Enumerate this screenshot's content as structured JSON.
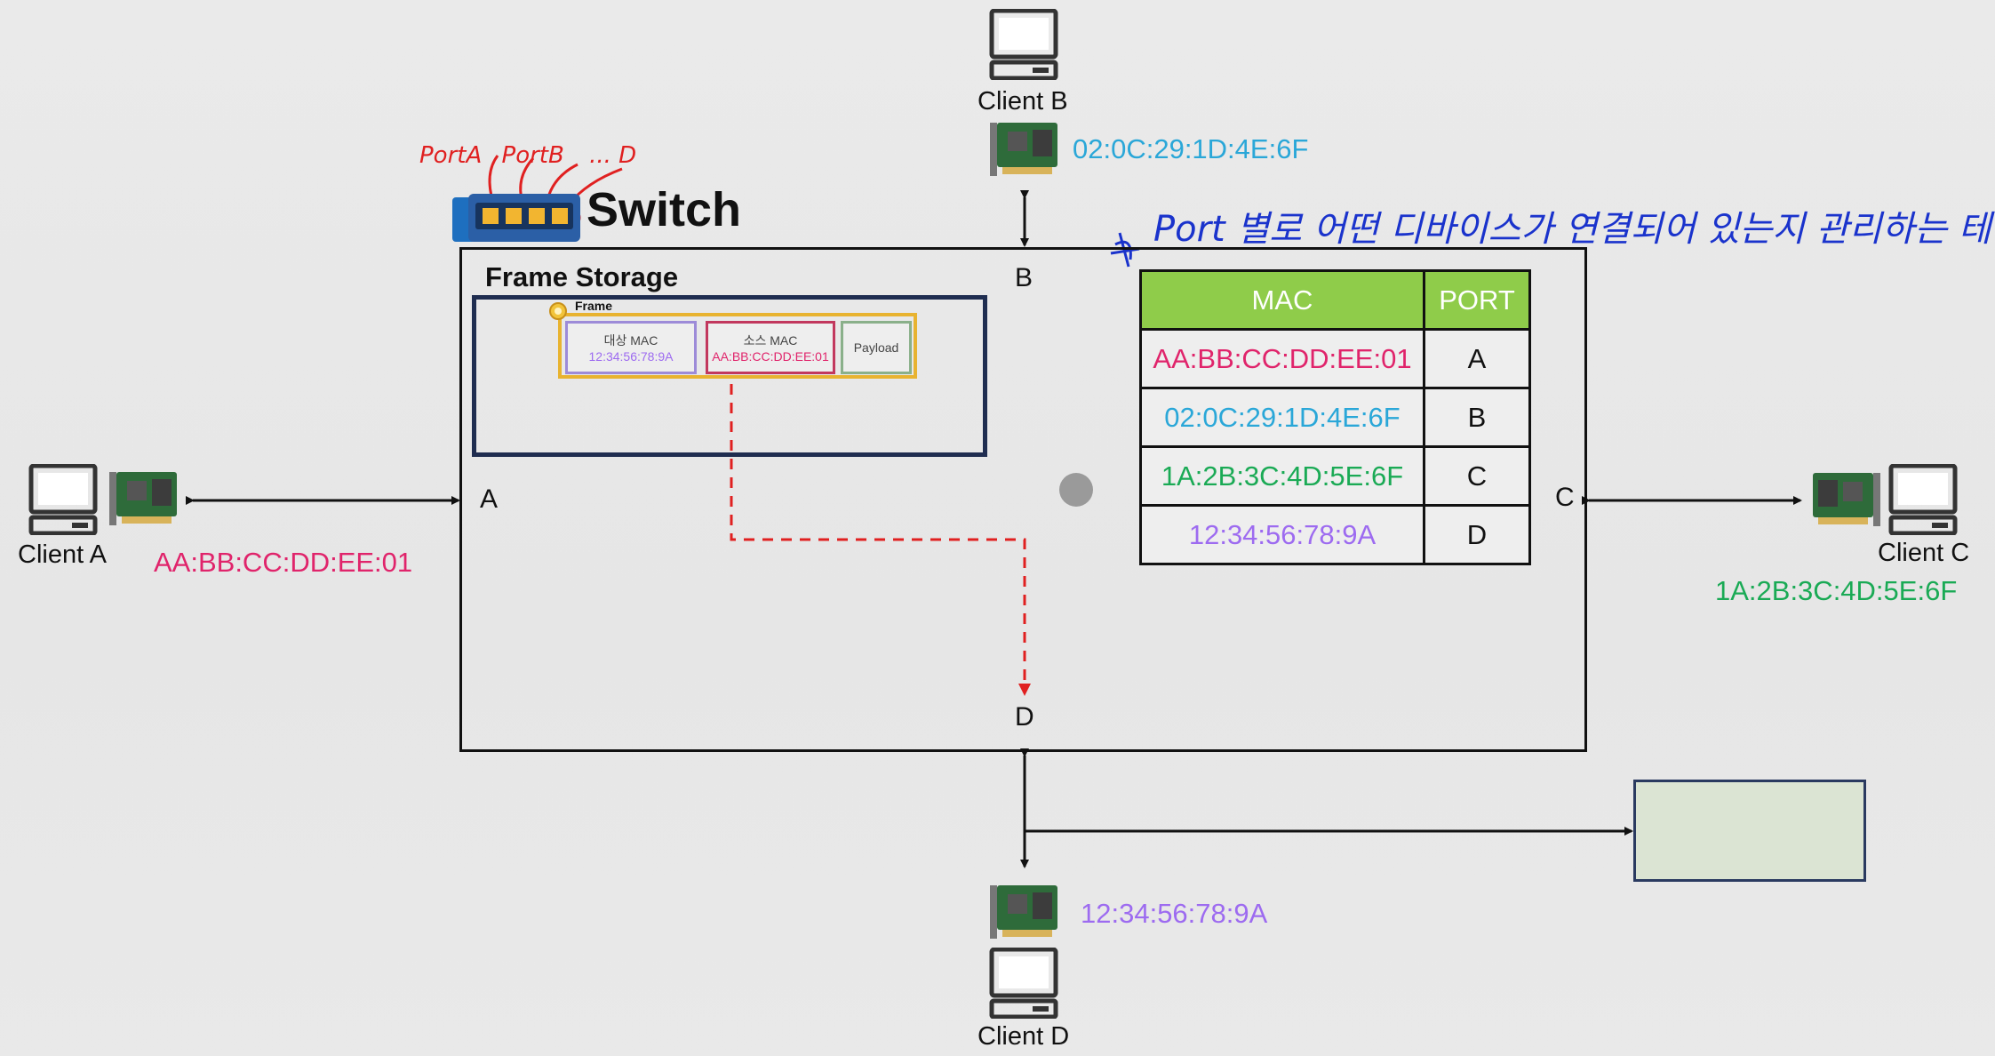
{
  "switch": {
    "title": "Switch",
    "port_annotation": [
      "PortA",
      "PortB",
      "...",
      "D"
    ]
  },
  "frame_storage": {
    "title": "Frame Storage",
    "frame": {
      "label": "Frame",
      "dest": {
        "title": "대상 MAC",
        "value": "12:34:56:78:9A"
      },
      "src": {
        "title": "소스 MAC",
        "value": "AA:BB:CC:DD:EE:01"
      },
      "payload": "Payload"
    }
  },
  "ports": {
    "a": "A",
    "b": "B",
    "c": "C",
    "d": "D"
  },
  "clients": {
    "a": {
      "name": "Client A",
      "mac": "AA:BB:CC:DD:EE:01"
    },
    "b": {
      "name": "Client B",
      "mac": "02:0C:29:1D:4E:6F"
    },
    "c": {
      "name": "Client C",
      "mac": "1A:2B:3C:4D:5E:6F"
    },
    "d": {
      "name": "Client D",
      "mac": "12:34:56:78:9A"
    }
  },
  "mac_table": {
    "annotation": "Port 별로 어떤 디바이스가 연결되어 있는지 관리하는 테이블",
    "headers": {
      "mac": "MAC",
      "port": "PORT"
    },
    "rows": [
      {
        "mac": "AA:BB:CC:DD:EE:01",
        "port": "A"
      },
      {
        "mac": "02:0C:29:1D:4E:6F",
        "port": "B"
      },
      {
        "mac": "1A:2B:3C:4D:5E:6F",
        "port": "C"
      },
      {
        "mac": "12:34:56:78:9A",
        "port": "D"
      }
    ]
  },
  "colors": {
    "pink": "#e0246b",
    "blue": "#2aa7d8",
    "green": "#1aaa55",
    "purple": "#9d6bf0",
    "table_header": "#8fcc4a",
    "dashed_path": "#e02020",
    "annotation_ink": "#1a33cc"
  },
  "icons": [
    "computer-icon",
    "network-card-icon",
    "switch-icon",
    "frame-icon"
  ]
}
